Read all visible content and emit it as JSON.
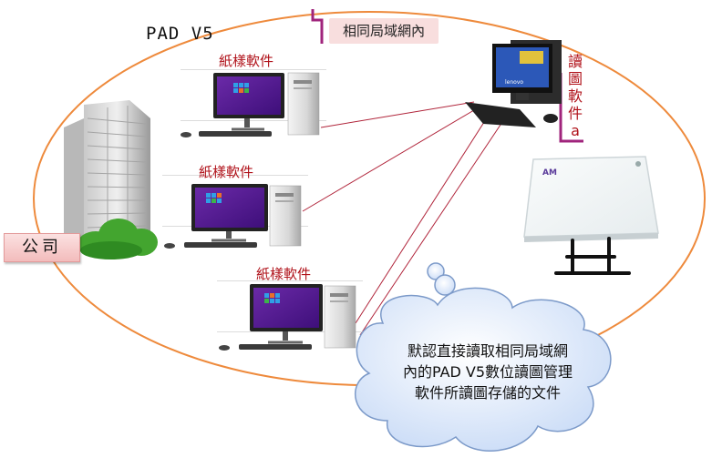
{
  "title": "PAD V5",
  "network_label": "相同局域網內",
  "company_label": "公司",
  "paper_software_label": "紙樣軟件",
  "read_software_label": [
    "讀",
    "圖",
    "軟",
    "件",
    "a"
  ],
  "cloud_lines": [
    "默認直接讀取相同局域網",
    "內的PAD V5數位讀圖管理",
    "軟件所讀圖存儲的文件"
  ],
  "monitor_brand": "lenovo",
  "colors": {
    "ellipse": "#ee8a3c",
    "connector": "#b0243a",
    "bracket": "#a0247c",
    "label_red": "#b0121a",
    "cloud_fill": "#d7e5fb",
    "cloud_stroke": "#7c9ac9"
  }
}
